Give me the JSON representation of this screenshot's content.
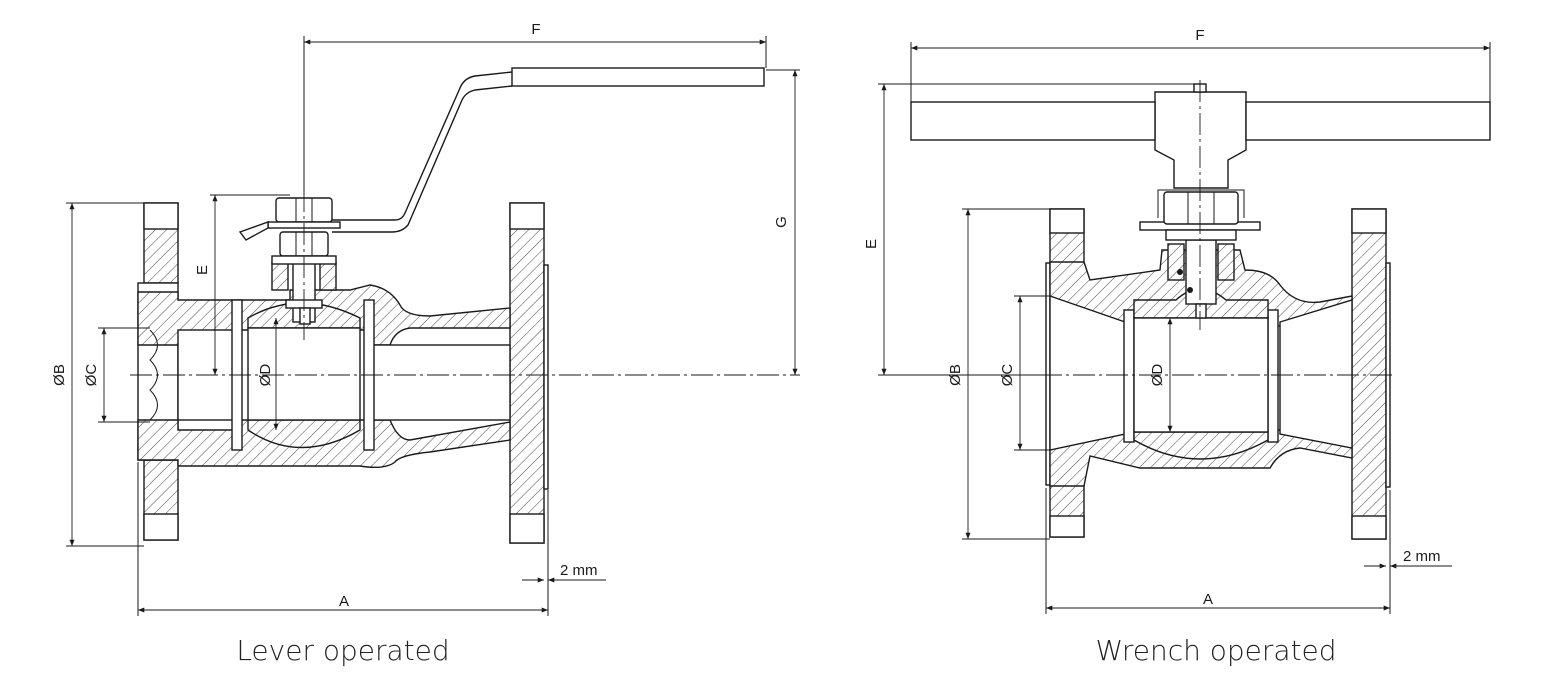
{
  "lever": {
    "caption": "Lever operated",
    "dim_a": "A",
    "dim_b": "ØB",
    "dim_c": "ØC",
    "dim_d": "ØD",
    "dim_e": "E",
    "dim_f": "F",
    "dim_g": "G",
    "gap": "2 mm"
  },
  "wrench": {
    "caption": "Wrench operated",
    "dim_a": "A",
    "dim_b": "ØB",
    "dim_c": "ØC",
    "dim_d": "ØD",
    "dim_e": "E",
    "dim_f": "F",
    "gap": "2 mm"
  }
}
